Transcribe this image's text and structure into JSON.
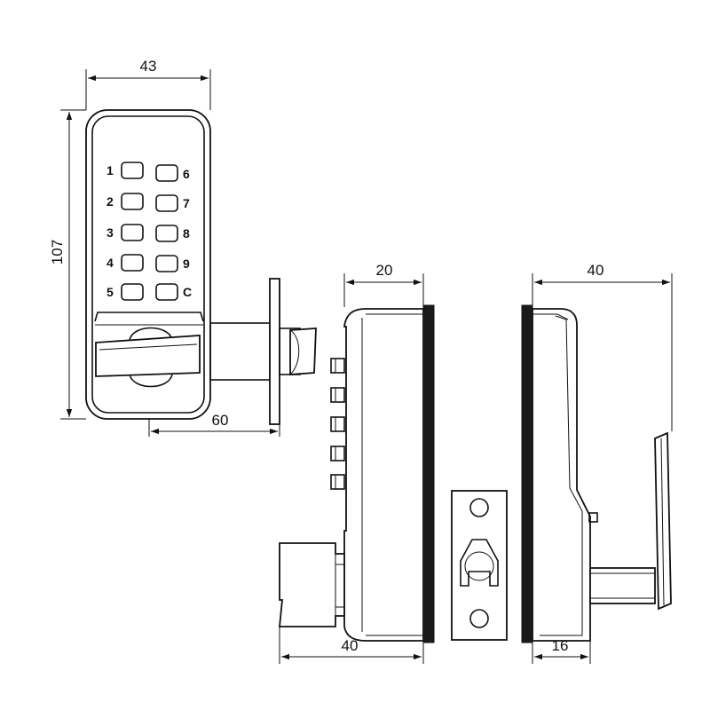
{
  "dimensions": {
    "front_width": "43",
    "front_height": "107",
    "front_depth": "60",
    "side_top": "20",
    "side_bottom": "40",
    "back_top": "40",
    "back_bottom": "16"
  },
  "keypad": {
    "left_keys": [
      "1",
      "2",
      "3",
      "4",
      "5"
    ],
    "right_keys": [
      "6",
      "7",
      "8",
      "9",
      "C"
    ]
  },
  "colors": {
    "line": "#111111",
    "background": "#ffffff",
    "gasket": "#1a1a1a"
  }
}
